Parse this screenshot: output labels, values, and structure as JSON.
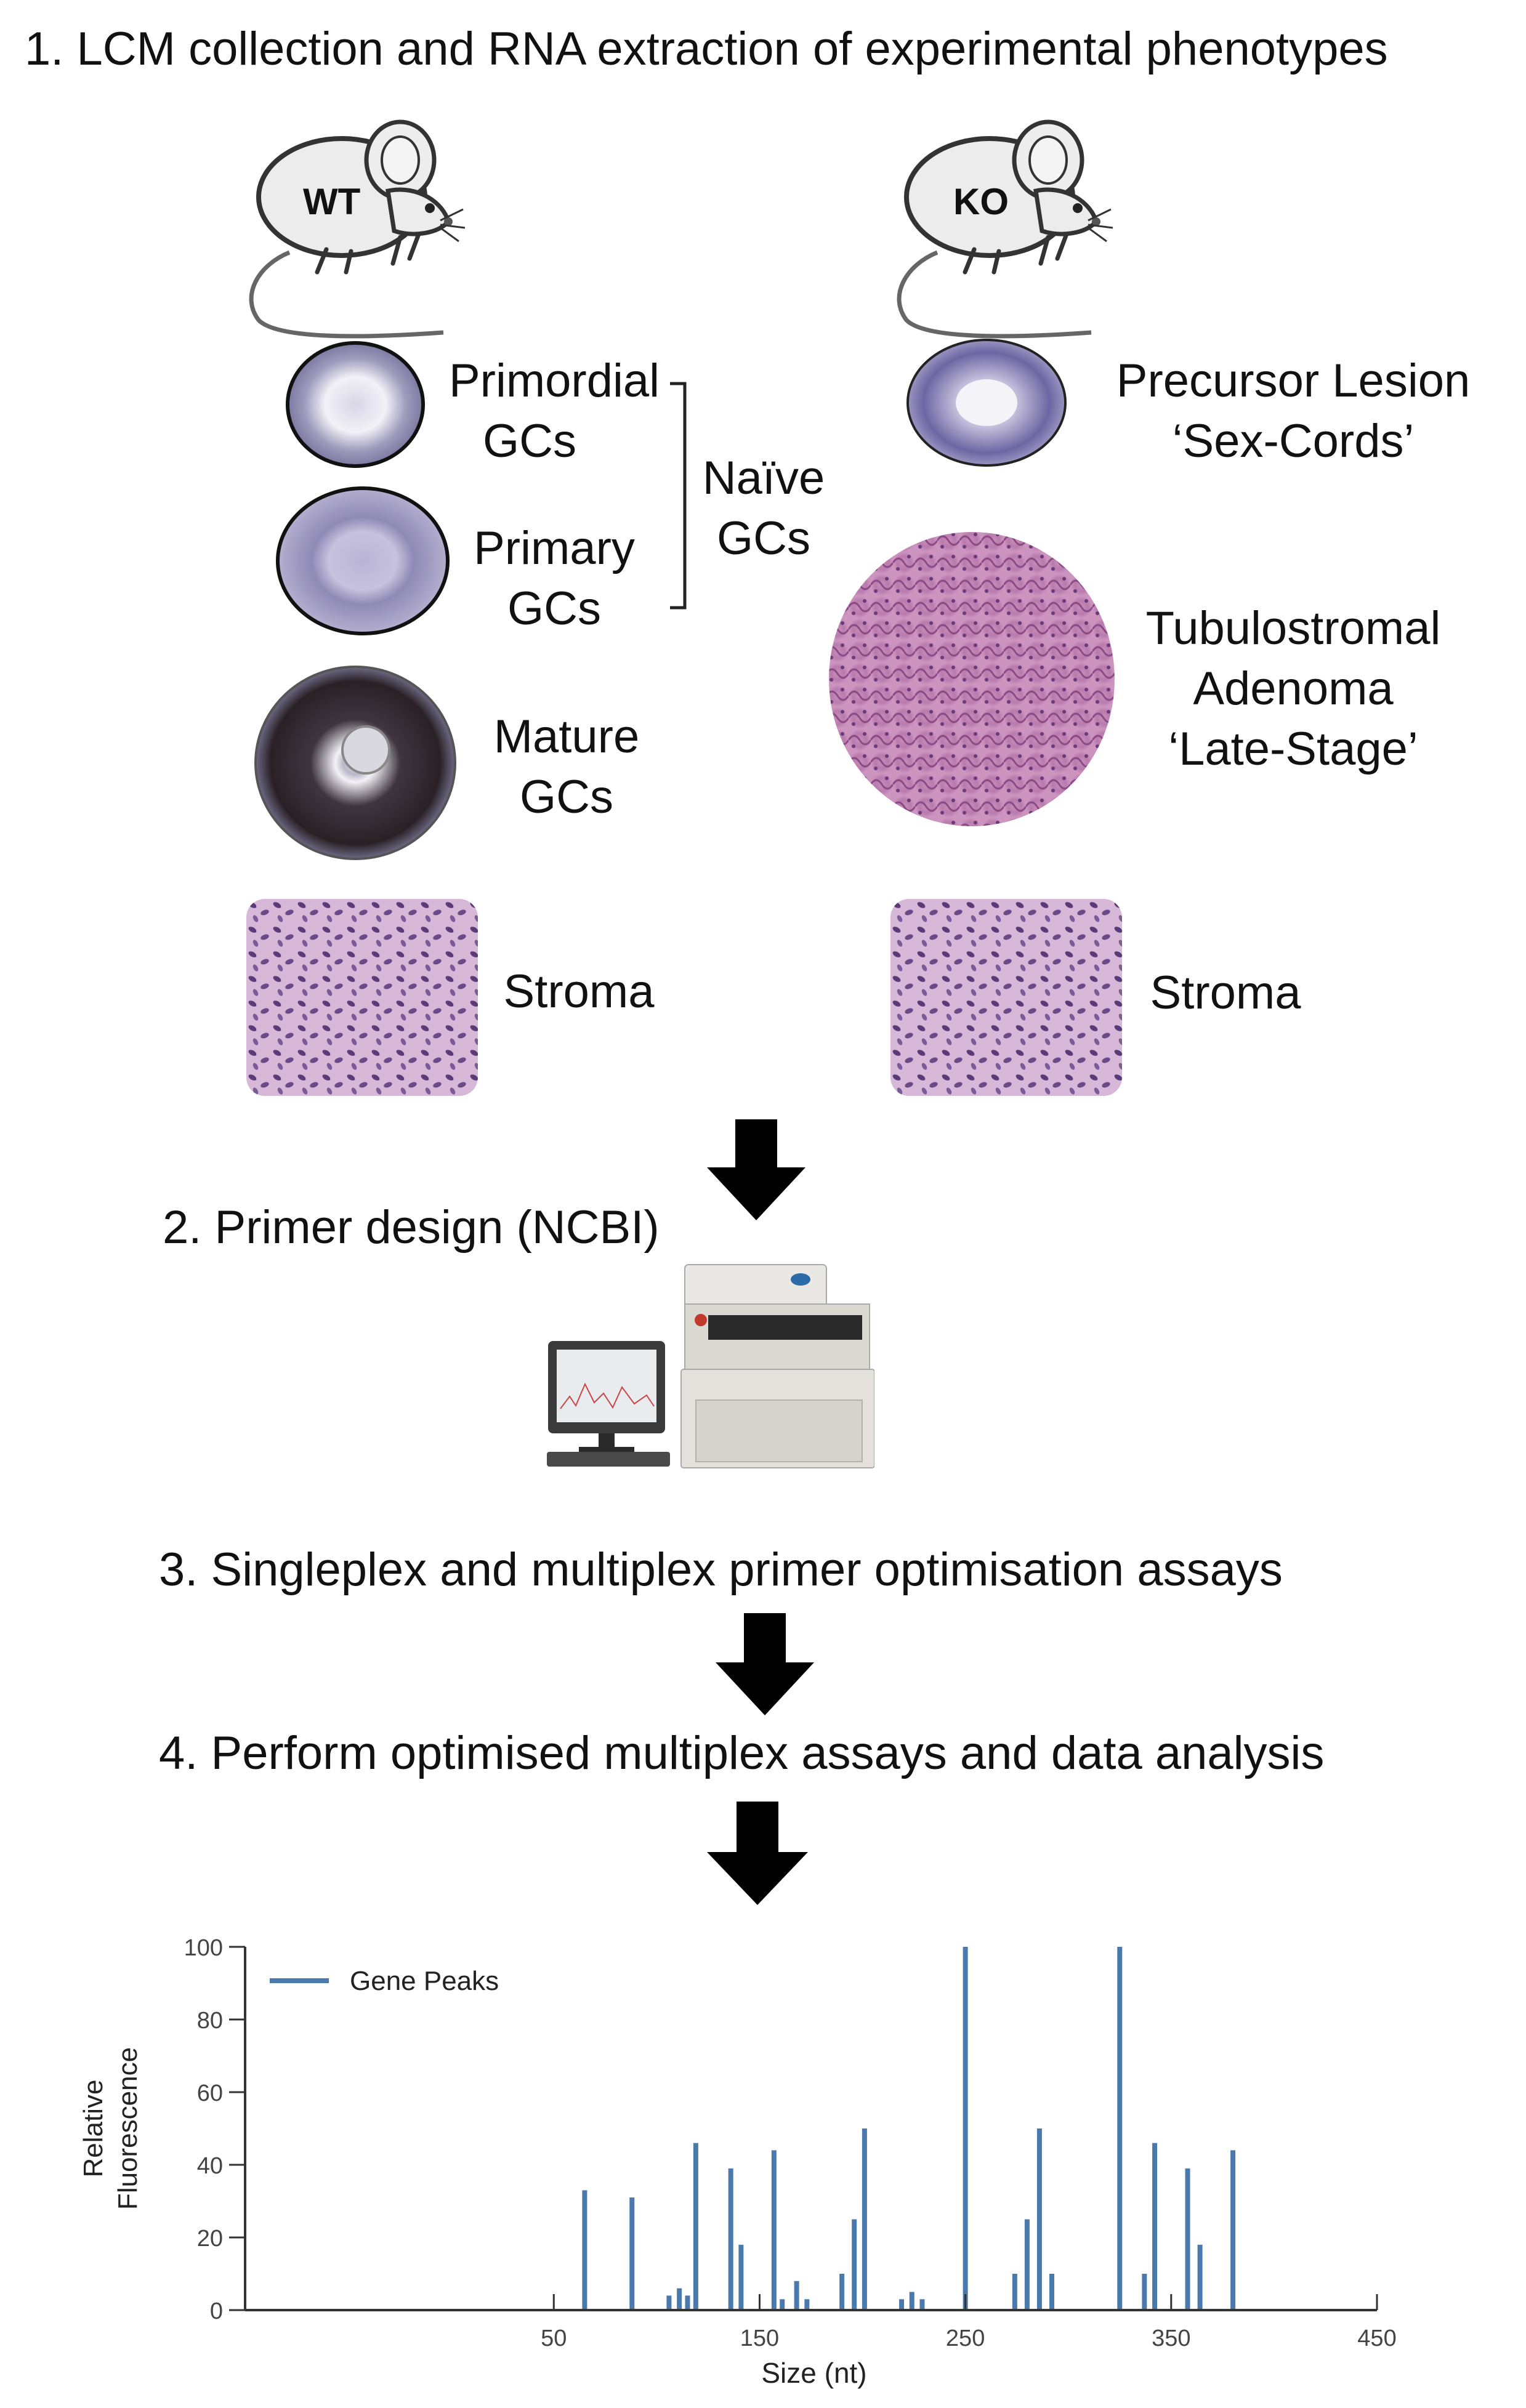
{
  "steps": {
    "s1": "1. LCM collection and RNA extraction of experimental phenotypes",
    "s2": "2. Primer design (NCBI)",
    "s3": "3. Singleplex and multiplex primer optimisation assays",
    "s4": "4. Perform optimised multiplex assays and data analysis"
  },
  "wt": {
    "mouse_label": "WT",
    "primordial": [
      "Primordial",
      "GCs"
    ],
    "primary": [
      "Primary",
      "GCs"
    ],
    "naive": [
      "Naïve",
      "GCs"
    ],
    "mature": [
      "Mature",
      "GCs"
    ],
    "stroma": "Stroma"
  },
  "ko": {
    "mouse_label": "KO",
    "precursor": [
      "Precursor Lesion",
      "‘Sex-Cords’"
    ],
    "adenoma": [
      "Tubulostromal",
      "Adenoma",
      "‘Late-Stage’"
    ],
    "stroma": "Stroma"
  },
  "chart_data": {
    "type": "bar",
    "xlabel": "Size (nt)",
    "ylabel": "Relative Fluorescence",
    "xlim": [
      -100,
      450
    ],
    "ylim": [
      0,
      100
    ],
    "x_ticks": [
      50,
      150,
      250,
      350,
      450
    ],
    "y_ticks": [
      0,
      20,
      40,
      60,
      80,
      100
    ],
    "legend": "top-left",
    "series": [
      {
        "name": "Gene Peaks",
        "color": "#4a7aad",
        "x": [
          65,
          88,
          106,
          111,
          115,
          119,
          136,
          141,
          157,
          161,
          168,
          173,
          190,
          196,
          201,
          219,
          224,
          229,
          250,
          274,
          280,
          286,
          292,
          325,
          337,
          342,
          358,
          364,
          380
        ],
        "values": [
          33,
          31,
          4,
          6,
          4,
          46,
          39,
          18,
          44,
          3,
          8,
          3,
          10,
          25,
          50,
          3,
          5,
          3,
          100,
          10,
          25,
          50,
          10,
          100,
          10,
          46,
          39,
          18,
          44
        ]
      }
    ]
  }
}
